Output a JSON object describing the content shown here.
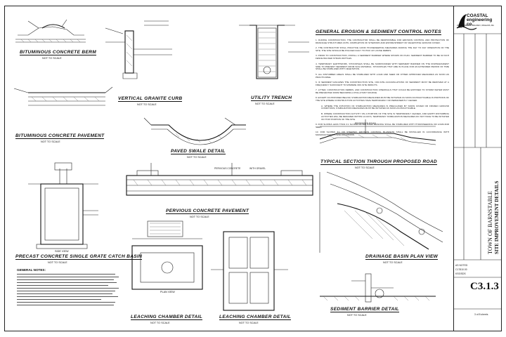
{
  "details": {
    "bituminous_berm": {
      "title": "BITUMINOUS CONCRETE BERM",
      "scale": "NOT TO SCALE"
    },
    "granite_curb": {
      "title": "VERTICAL GRANITE CURB",
      "scale": "NOT TO SCALE"
    },
    "utility_trench": {
      "title": "UTILITY TRENCH",
      "scale": "NOT TO SCALE"
    },
    "bituminous_pavement": {
      "title": "BITUMINOUS CONCRETE PAVEMENT",
      "scale": "NOT TO SCALE"
    },
    "paved_swale": {
      "title": "PAVED SWALE DETAIL",
      "scale": "NOT TO SCALE"
    },
    "typical_section": {
      "title": "TYPICAL SECTION THROUGH PROPOSED ROAD",
      "scale": "NOT TO SCALE"
    },
    "pervious_pavement": {
      "title": "PERVIOUS CONCRETE PAVEMENT",
      "scale": "NOT TO SCALE"
    },
    "catch_basin": {
      "title": "PRECAST CONCRETE SINGLE GRATE CATCH BASIN",
      "scale": "NOT TO SCALE"
    },
    "drainage_plan": {
      "title": "DRAINAGE BASIN PLAN VIEW",
      "scale": "NOT TO SCALE"
    },
    "leaching_chamber": {
      "title": "LEACHING CHAMBER DETAIL",
      "scale": "NOT TO SCALE"
    },
    "leaching_chamber_2": {
      "title": "LEACHING CHAMBER DETAIL",
      "scale": "NOT TO SCALE"
    },
    "sediment_barrier": {
      "title": "SEDIMENT BARRIER DETAIL",
      "scale": "NOT TO SCALE"
    }
  },
  "labels": {
    "side_view": "SIDE VIEW",
    "plan_view": "PLAN VIEW",
    "general_notes": "GENERAL NOTES:",
    "with_gravel": "WITH GRAVEL",
    "pervious_conc": "PERVIOUS CONCRETE",
    "proposed_road": "PROPOSED ROAD"
  },
  "notes": {
    "heading": "GENERAL EROSION & SEDIMENT CONTROL NOTES",
    "items": [
      "1. DURING CONSTRUCTION, THE CONTRACTOR SHALL BE RESPONSIBLE FOR EROSION CONTROL AND PROTECTION OF DRAINAGE STRUCTURES UNTIL COMPLETION OF SITEWORK AND ESTABLISHMENT OF VEGETATIVE GROUND COVER.",
      "2. THE CONTRACTOR SHALL PRACTICE GOOD HOUSEKEEPING MEASURES DURING THE DAY TO DAY OPERATION OF THE SITE. THE SITE SHOULD BE POLICED DAILY TO PICK UP LOOSE DEBRIS.",
      "3. PRIOR TO CONSTRUCTION, INSTALL A SEDIMENT BARRIER WHERE SHOWN ON PLAN. SEDIMENT BARRIER TO BE 32 INCH FENCE BACKED STRAW WATTLES.",
      "4. TEMPORARY EARTHWORK, STOCKPILES SHALL BE SURROUNDED WITH SEDIMENT BARRIER ON THE DOWNGRADIENT SIDE TO PREVENT SEDIMENT FROM SOIL MATERIAL. STOCKPILES THAT ARE IN PLACE FOR AN EXTENDED PERIOD OF TIME SHALL BE STABILIZED WITH VEGETATION.",
      "5. ALL DISTURBED AREAS SHALL BE STABILIZED WITH LOAM AND SEED OR OTHER APPROVED MEASURES AS SOON AS PRACTICABLE.",
      "6. IF SEDIMENT ESCAPES THE CONSTRUCTION SITE, OFF-SITE ACCUMULATIONS OF SEDIMENT MUST BE REMOVED AT A FREQUENCY SUFFICIENT TO MINIMIZE OFF-SITE IMPACTS.",
      "7. LITTER, CONSTRUCTION DEBRIS, AND CONSTRUCTION CHEMICALS THAT COULD BE EXPOSED TO STORM WATER MUST BE PREVENTED FROM BECOMING A POLLUTANT SOURCE.",
      "8. EXCEPT AS PROVIDED BELOW, STABILIZATION MEASURES MUST BE INITIATED AS SOON AS PRACTICABLE IN PORTIONS OF THE SITE WHERE CONSTRUCTION ACTIVITIES HAVE TEMPORARILY OR PERMANENTLY CEASED.",
      "A. WHERE THE INITIATION OF STABILIZATION MEASURES IS PRECLUDED BY SNOW COVER OR FROZEN GROUND CONDITIONS, STABILIZATION MEASURES MUST BE INITIATED AS SOON AS PRACTICABLE.",
      "B. WHERE CONSTRUCTION ACTIVITY ON A PORTION OF THE SITE IS TEMPORARILY CEASED, AND EARTH DISTURBING ACTIVITIES WILL BE RESUMED WITHIN 14 DAYS, TEMPORARY STABILIZATION MEASURES DO NOT HAVE TO BE INITIATED ON THAT PORTION OF THE SITE.",
      "9. FOR SLOPES LESS THAN 3:1 SLOPES AFTER FINAL GRADING SHALL BE STABILIZED WITH HYDROSEEDING OR LOAM AND SEED.",
      "10. FOR SLOPES 3:1 OR STEEPER, EROSION CONTROL BLANKETS SHALL BE INSTALLED IN ACCORDANCE WITH MANUFACTURER'S SPECIFICATIONS."
    ]
  },
  "title_block": {
    "firm_name": "COASTAL engineering co.",
    "firm_address": "260 CRANBERRY HIGHWAY, ORLEANS, MA 02653",
    "project": "TOWN OF BARNSTABLE",
    "sheet_title": "SITE IMPROVEMENT DETAILS",
    "sheet_number": "C3.1.3",
    "sheet_of": "3 of 8 sheets",
    "row_labels": [
      "AS NOTED",
      "C17810.00",
      "KSS/SDS"
    ]
  },
  "colors": {
    "line": "#222222",
    "paper": "#ffffff"
  }
}
